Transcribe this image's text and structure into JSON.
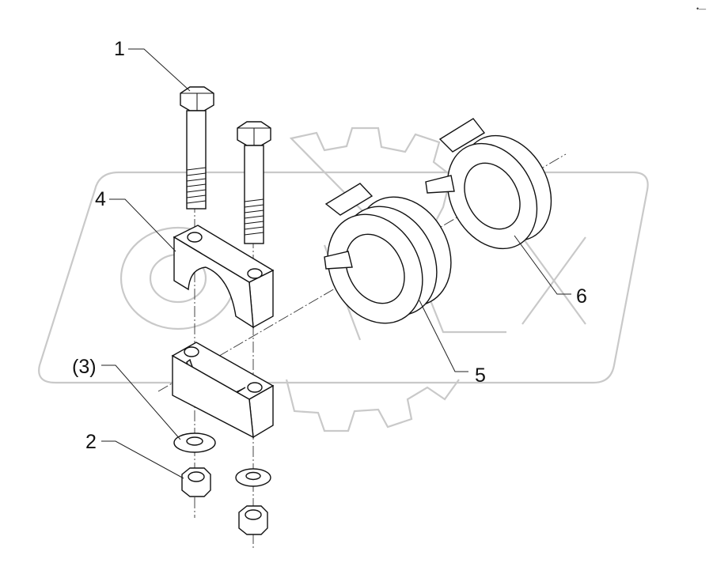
{
  "diagram": {
    "type": "exploded-parts-view",
    "callouts": {
      "c1": "1",
      "c2": "2",
      "c3": "(3)",
      "c4": "4",
      "c5": "5",
      "c6": "6"
    },
    "corner_mark": "•—"
  },
  "watermark": {
    "text": "OPEX"
  },
  "colors": {
    "line": "#111111",
    "watermark": "#c9c9c9",
    "background": "#ffffff"
  }
}
